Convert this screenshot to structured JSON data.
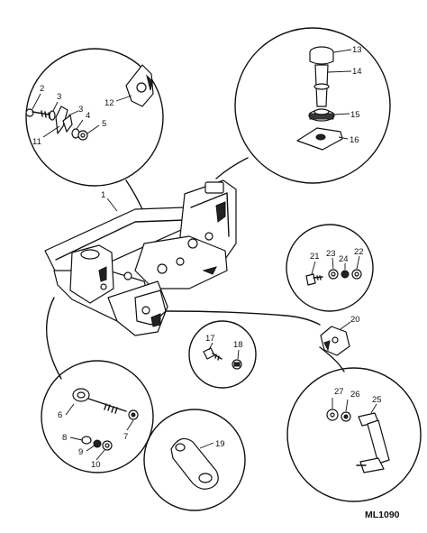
{
  "diagram": {
    "drawing_code": "ML1090",
    "callouts": [
      "1",
      "2",
      "3",
      "3",
      "4",
      "5",
      "6",
      "7",
      "8",
      "9",
      "10",
      "11",
      "12",
      "13",
      "14",
      "15",
      "16",
      "17",
      "18",
      "19",
      "20",
      "21",
      "22",
      "23",
      "24",
      "25",
      "26",
      "27"
    ]
  }
}
